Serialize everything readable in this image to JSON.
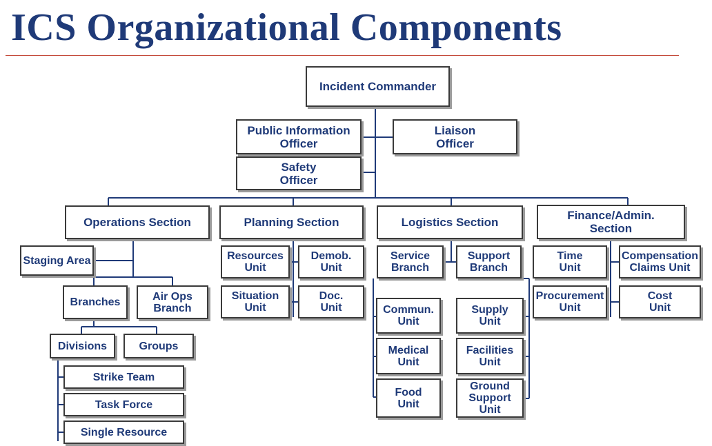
{
  "title": "ICS Organizational Components",
  "colors": {
    "title": "#1f3a78",
    "text": "#1f3a78",
    "line": "#1f3a78",
    "border": "#3a3a3a",
    "shadow": "#9b9b9b",
    "rule": "#c44a3a"
  },
  "command": {
    "incident_commander": "Incident Commander",
    "public_information_officer": "Public Information\nOfficer",
    "liaison_officer": "Liaison\nOfficer",
    "safety_officer": "Safety\nOfficer"
  },
  "operations": {
    "section": "Operations Section",
    "staging_area": "Staging Area",
    "branches": "Branches",
    "air_ops_branch": "Air Ops\nBranch",
    "divisions": "Divisions",
    "groups": "Groups",
    "strike_team": "Strike Team",
    "task_force": "Task Force",
    "single_resource": "Single Resource"
  },
  "planning": {
    "section": "Planning Section",
    "resources_unit": "Resources\nUnit",
    "demob_unit": "Demob.\nUnit",
    "situation_unit": "Situation\nUnit",
    "doc_unit": "Doc.\nUnit"
  },
  "logistics": {
    "section": "Logistics Section",
    "service_branch": "Service\nBranch",
    "support_branch": "Support\nBranch",
    "commun_unit": "Commun.\nUnit",
    "medical_unit": "Medical\nUnit",
    "food_unit": "Food\nUnit",
    "supply_unit": "Supply\nUnit",
    "facilities_unit": "Facilities\nUnit",
    "ground_support_unit": "Ground\nSupport\nUnit"
  },
  "finance": {
    "section": "Finance/Admin.\nSection",
    "time_unit": "Time\nUnit",
    "compensation_claims_unit": "Compensation\nClaims Unit",
    "procurement_unit": "Procurement\nUnit",
    "cost_unit": "Cost\nUnit"
  }
}
